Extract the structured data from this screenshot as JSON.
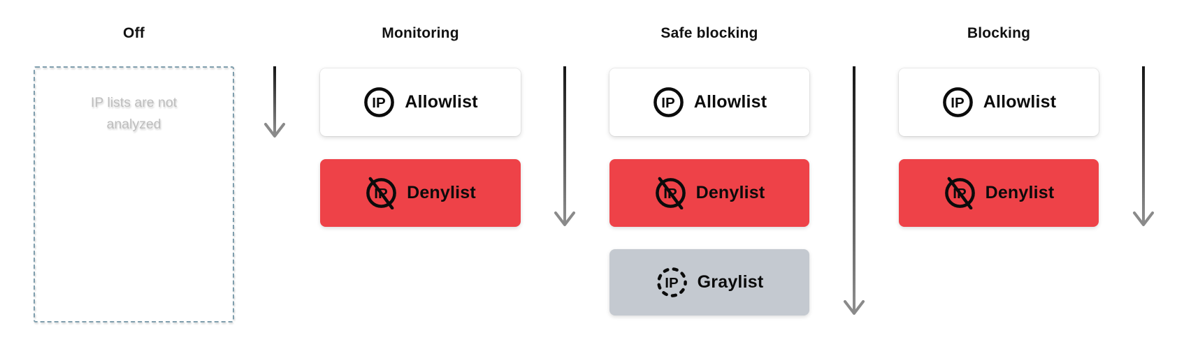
{
  "diagram": {
    "icon_text": "IP",
    "columns": [
      {
        "title": "Off",
        "placeholder": "IP lists are not analyzed",
        "cards": []
      },
      {
        "title": "Monitoring",
        "cards": [
          {
            "label": "Allowlist",
            "variant": "white",
            "icon": "ip-circle-icon"
          },
          {
            "label": "Denylist",
            "variant": "red",
            "icon": "ip-circle-slash-icon"
          }
        ]
      },
      {
        "title": "Safe blocking",
        "cards": [
          {
            "label": "Allowlist",
            "variant": "white",
            "icon": "ip-circle-icon"
          },
          {
            "label": "Denylist",
            "variant": "red",
            "icon": "ip-circle-slash-icon"
          },
          {
            "label": "Graylist",
            "variant": "gray",
            "icon": "ip-circle-dashed-icon"
          }
        ]
      },
      {
        "title": "Blocking",
        "cards": [
          {
            "label": "Allowlist",
            "variant": "white",
            "icon": "ip-circle-icon"
          },
          {
            "label": "Denylist",
            "variant": "red",
            "icon": "ip-circle-slash-icon"
          }
        ]
      }
    ],
    "colors": {
      "denylist_red": "#EE4248",
      "graylist_gray": "#C4C9D0",
      "allowlist_white": "#FFFFFF",
      "off_box_border": "#7F9EAD",
      "placeholder_text": "#BEBEBE",
      "title_text": "#111111",
      "arrow_gradient_top": "#161616",
      "arrow_gradient_bottom": "#8F8F8F"
    }
  }
}
